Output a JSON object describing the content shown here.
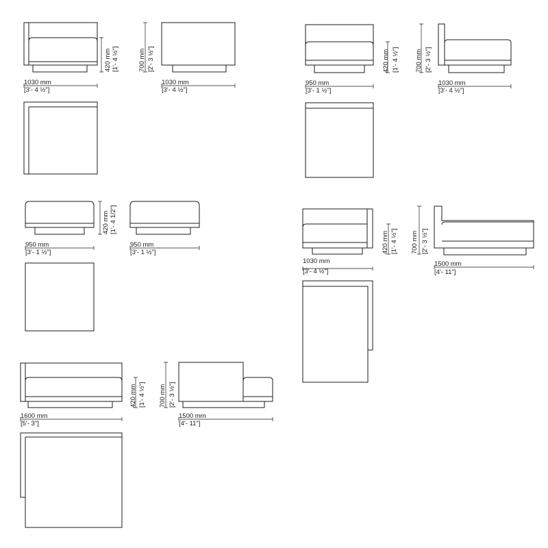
{
  "ink_color": "#1a1a1a",
  "background_color": "#ffffff",
  "modules": {
    "m1": {
      "width_mm": "1030 mm",
      "width_in": "[3'- 4 ½\"]",
      "seat_mm": "420 mm",
      "seat_in": "[1'- 4 ½\"]",
      "height_mm": "700 mm",
      "height_in": "[2'- 3 ½\"]",
      "side_width_mm": "1030 mm",
      "side_width_in": "[3'- 4 ½\"]"
    },
    "m2": {
      "width_mm": "950 mm",
      "width_in": "[3'- 1 ½\"]",
      "seat_mm": "420 mm",
      "seat_in": "[1'- 4 ½\"]",
      "height_mm": "700 mm",
      "height_in": "[2'- 3 ½\"]",
      "side_width_mm": "1030 mm",
      "side_width_in": "[3'- 4 ½\"]"
    },
    "m3": {
      "width_mm": "950 mm",
      "width_in": "[3'- 1 ½\"]",
      "seat_mm": "420 mm",
      "seat_in": "[1'- 4 1/2\"]",
      "side_width_mm": "950 mm",
      "side_width_in": "[3'- 1 ½\"]"
    },
    "m4": {
      "width_mm": "1030 mm",
      "width_in": "[3'- 4 ½\"]",
      "seat_mm": "420 mm",
      "seat_in": "[1'- 4 ½\"]",
      "height_mm": "700 mm",
      "height_in": "[2'- 3 ½\"]",
      "side_width_mm": "1500 mm",
      "side_width_in": "[4'- 11\"]"
    },
    "m5": {
      "width_mm": "1600 mm",
      "width_in": "[5'- 3\"]",
      "seat_mm": "420 mm",
      "seat_in": "[1'- 4 ½\"]",
      "height_mm": "700 mm",
      "height_in": "[2'- 3 ½\"]",
      "side_width_mm": "1500 mm",
      "side_width_in": "[4'- 11\"]"
    }
  }
}
